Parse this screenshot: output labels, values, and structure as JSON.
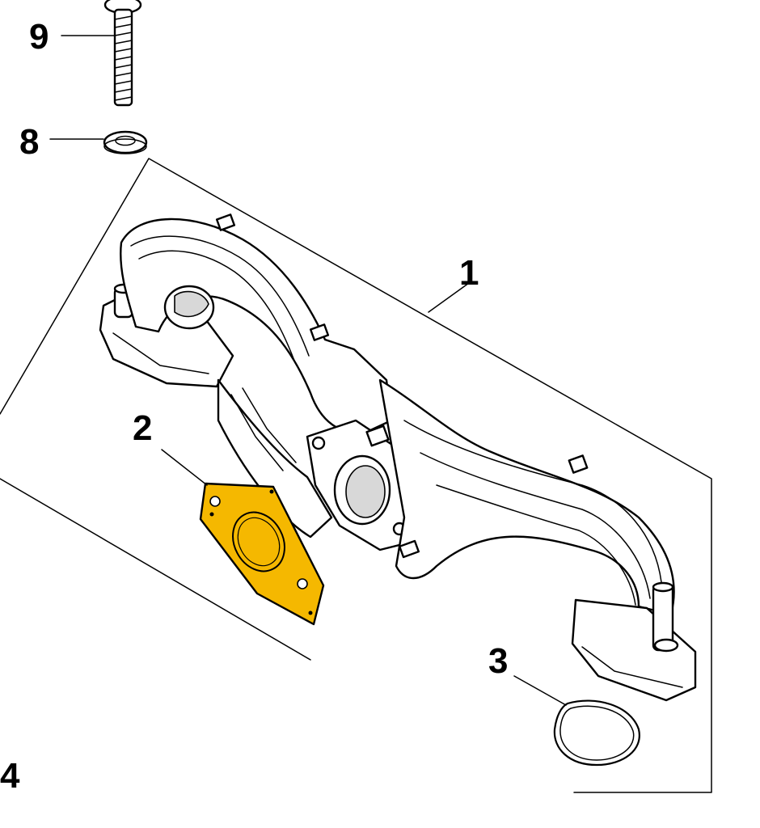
{
  "colors": {
    "line": "#000000",
    "background": "#ffffff",
    "gasket_highlight": "#f5b800"
  },
  "callouts": [
    {
      "id": "9",
      "label": "9"
    },
    {
      "id": "8",
      "label": "8"
    },
    {
      "id": "1",
      "label": "1"
    },
    {
      "id": "2",
      "label": "2"
    },
    {
      "id": "3",
      "label": "3"
    },
    {
      "id": "4",
      "label": "4"
    }
  ]
}
